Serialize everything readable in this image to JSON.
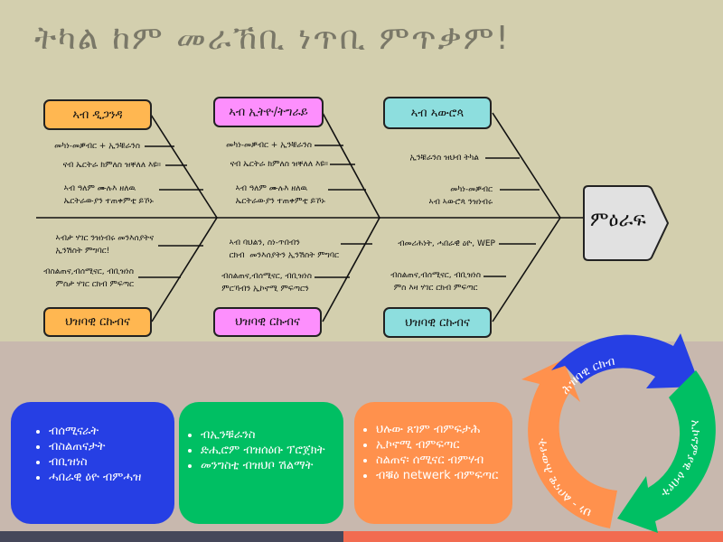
{
  "title": "ትካል ከም መራኸቢ ነጥቢ ምጥቃም!",
  "head": "ምዕራፍ",
  "columns": [
    {
      "top_label": "ኣብ ዲጋንዳ",
      "bottom_label": "ህዝባዊ ርኩብና",
      "top_items": [
        "መካነ-መቓብር + ኢንቹራንስ",
        "ናብ ኤርትራ ክምለስ ዝቐለለ እዩ።",
        "ኣብ ዓለም ሙሉእ ዘለዉ\nኤርትራውያን ተጠቀምቲ ይኾኑ"
      ],
      "bottom_items": [
        "ኣብታ ሃገር ንዝነብሩ መንእሰያትና\nኢንሽስት ምግባር!",
        "ብስልጠና,ብሰሚናር, ብቢዝነስ\nምስታ ሃገር ርክብ ምፍጣር"
      ]
    },
    {
      "top_label": "ኣብ ኢትዮ/ትግራይ",
      "bottom_label": "ህዝባዊ ርኩብና",
      "top_items": [
        "መካነ-መቓብር + ኢንቹራንስ",
        "ናብ ኤርትራ ክምለስ ዝቐለለ እዩ።",
        "ኣብ ዓለም ሙሉእ ዘለዉ\nኤርትራውያን ተጠቀምቲ ይኾኑ"
      ],
      "bottom_items": [
        "ኣብ ባህልን, ስነ-ጥበብን\nርክብ  መንእሰያትን ኢንሽስት ምግባር",
        "ብስልጠና,ብሰሚናር, ብቢዝነስ\nምርኻብን ኢኮኖሚ ምፍጣርን"
      ]
    },
    {
      "top_label": "ኣብ ኣውሮጳ",
      "bottom_label": "ህዝባዊ ርኩብና",
      "top_items": [
        "ኢንቹራንስ ዝህብ ትካል",
        "መካነ-መቓብር\nኣብ ኣውሮጳ ንዝነብሩ"
      ],
      "bottom_items": [
        "ብመሪሕነት, ሓበራዊ ዕዮ, WEP",
        "ብስልጠና,ብሰሚናር, ብቢዝነስ\nምስ እዛ ሃገር ርክብ ምፍጣር"
      ]
    }
  ],
  "cards": [
    {
      "items": [
        "ብሰሚናራት",
        "ብስልጠናታት",
        "ብቢዝነስ",
        "ሓበራዊ ዕዮ ብምሓዝ"
      ]
    },
    {
      "items": [
        "ብኢንቹራንስ",
        "ድሒሮም ብዝሰዕቡ ፕሮጀክት",
        "መንግስቲ ብዝህቦ ሽልማት"
      ]
    },
    {
      "items": [
        "ህሉው ጸገም ብምፍታሕ",
        "ኢኮኖሚ ብምፍጣር",
        "ስልጠና፡ ሰሚናር ብምሃብ",
        "ብቑዕ netwerk ብምፍጣር"
      ]
    }
  ],
  "cycle": {
    "top": "ሕዝባዊ ርክብ",
    "right": "ኢኮኖምያዊ ዕብየት",
    "left": "ህነ - ልቦናዊ ሕውየት"
  },
  "colors": {
    "blue": "#263fe4",
    "green": "#00bf63",
    "orange": "#ff914d"
  }
}
